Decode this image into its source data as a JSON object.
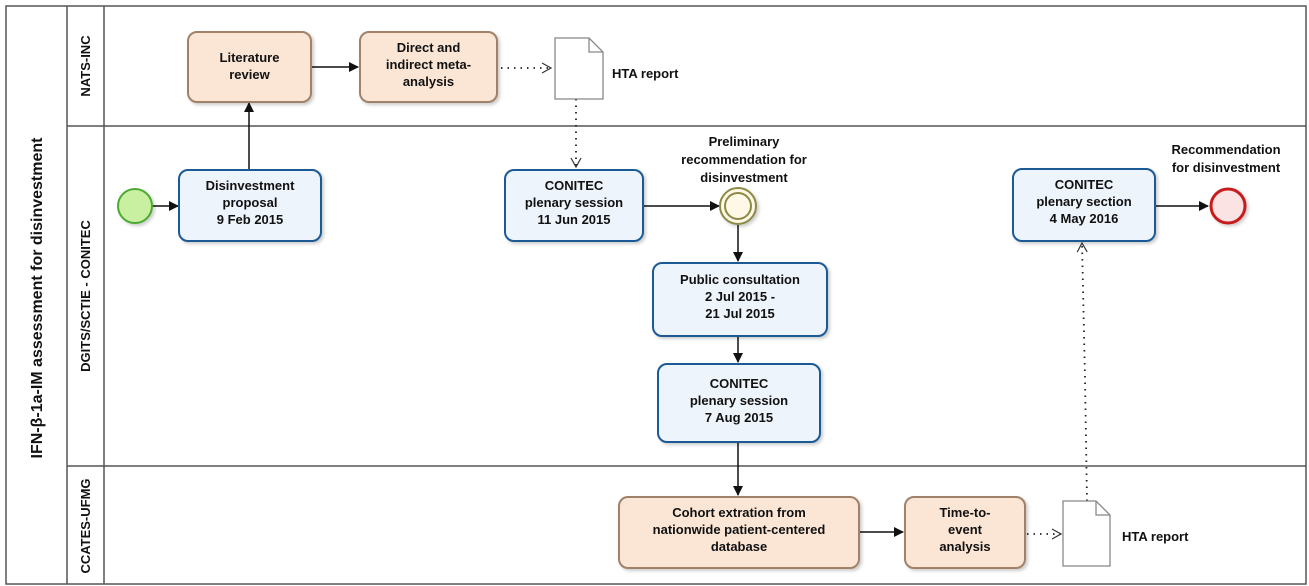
{
  "pool": {
    "title": "IFN-β-1a-IM  assessment for disinvestment",
    "lanes": [
      {
        "id": "nats",
        "label": "NATS-INC"
      },
      {
        "id": "dgits",
        "label": "DGITS/SCTIE -  CONITEC"
      },
      {
        "id": "ccates",
        "label": "CCATES-UFMG"
      }
    ]
  },
  "tasks": {
    "literature_review": [
      "Literature",
      "review"
    ],
    "meta_analysis": [
      "Direct and",
      "indirect meta-",
      "analysis"
    ],
    "disinvestment_proposal": [
      "Disinvestment",
      "proposal",
      "9 Feb 2015"
    ],
    "plenary_jun": [
      "CONITEC",
      "plenary session",
      "11 Jun 2015"
    ],
    "public_consultation": [
      "Public consultation",
      "2 Jul 2015  -",
      "21 Jul 2015"
    ],
    "plenary_aug": [
      "CONITEC",
      "plenary session",
      "7 Aug 2015"
    ],
    "plenary_may": [
      "CONITEC",
      "plenary section",
      "4 May 2016"
    ],
    "cohort_extraction": [
      "Cohort extration from",
      "nationwide patient-centered",
      "database"
    ],
    "time_to_event": [
      "Time-to-",
      "event",
      "analysis"
    ]
  },
  "artifacts": {
    "hta_report_top": "HTA report",
    "hta_report_bottom": "HTA report"
  },
  "events": {
    "preliminary": [
      "Preliminary",
      "recommendation for",
      "disinvestment"
    ],
    "final": [
      "Recommendation",
      "for disinvestment"
    ]
  },
  "colors": {
    "lane_border": "#555555",
    "task_orange_fill": "#fbe6d6",
    "task_orange_stroke": "#a0826a",
    "task_blue_fill": "#eef4fb",
    "task_blue_stroke": "#1c5a96",
    "start_fill": "#c8f0a0",
    "start_stroke": "#4caa32",
    "intermediate_fill": "#fff8e6",
    "intermediate_stroke": "#8c8a46",
    "end_fill": "#fbe3e3",
    "end_stroke": "#c81e1e"
  }
}
